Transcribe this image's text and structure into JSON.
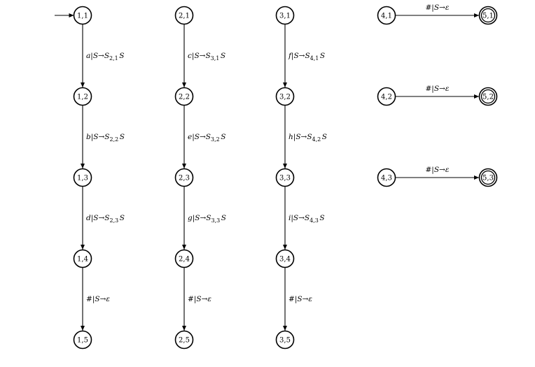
{
  "states": [
    {
      "id": "s11",
      "label": "1,1",
      "accepting": false,
      "initial": true
    },
    {
      "id": "s12",
      "label": "1,2",
      "accepting": false
    },
    {
      "id": "s13",
      "label": "1,3",
      "accepting": false
    },
    {
      "id": "s14",
      "label": "1,4",
      "accepting": false
    },
    {
      "id": "s15",
      "label": "1,5",
      "accepting": false
    },
    {
      "id": "s21",
      "label": "2,1",
      "accepting": false
    },
    {
      "id": "s22",
      "label": "2,2",
      "accepting": false
    },
    {
      "id": "s23",
      "label": "2,3",
      "accepting": false
    },
    {
      "id": "s24",
      "label": "2,4",
      "accepting": false
    },
    {
      "id": "s25",
      "label": "2,5",
      "accepting": false
    },
    {
      "id": "s31",
      "label": "3,1",
      "accepting": false
    },
    {
      "id": "s32",
      "label": "3,2",
      "accepting": false
    },
    {
      "id": "s33",
      "label": "3,3",
      "accepting": false
    },
    {
      "id": "s34",
      "label": "3,4",
      "accepting": false
    },
    {
      "id": "s35",
      "label": "3,5",
      "accepting": false
    },
    {
      "id": "s41",
      "label": "4,1",
      "accepting": false
    },
    {
      "id": "s42",
      "label": "4,2",
      "accepting": false
    },
    {
      "id": "s43",
      "label": "4,3",
      "accepting": false
    },
    {
      "id": "s51",
      "label": "5,1",
      "accepting": true
    },
    {
      "id": "s52",
      "label": "5,2",
      "accepting": true
    },
    {
      "id": "s53",
      "label": "5,3",
      "accepting": true
    }
  ],
  "transitions": [
    {
      "from": "s11",
      "to": "s12",
      "symbol": "a",
      "lhs": "S",
      "rhs": [
        "S",
        "2,1",
        "S"
      ]
    },
    {
      "from": "s12",
      "to": "s13",
      "symbol": "b",
      "lhs": "S",
      "rhs": [
        "S",
        "2,2",
        "S"
      ]
    },
    {
      "from": "s13",
      "to": "s14",
      "symbol": "d",
      "lhs": "S",
      "rhs": [
        "S",
        "2,3",
        "S"
      ]
    },
    {
      "from": "s14",
      "to": "s15",
      "symbol": "#",
      "lhs": "S",
      "rhs": [
        "ε"
      ]
    },
    {
      "from": "s21",
      "to": "s22",
      "symbol": "c",
      "lhs": "S",
      "rhs": [
        "S",
        "3,1",
        "S"
      ]
    },
    {
      "from": "s22",
      "to": "s23",
      "symbol": "e",
      "lhs": "S",
      "rhs": [
        "S",
        "3,2",
        "S"
      ]
    },
    {
      "from": "s23",
      "to": "s24",
      "symbol": "g",
      "lhs": "S",
      "rhs": [
        "S",
        "3,3",
        "S"
      ]
    },
    {
      "from": "s24",
      "to": "s25",
      "symbol": "#",
      "lhs": "S",
      "rhs": [
        "ε"
      ]
    },
    {
      "from": "s31",
      "to": "s32",
      "symbol": "f",
      "lhs": "S",
      "rhs": [
        "S",
        "4,1",
        "S"
      ]
    },
    {
      "from": "s32",
      "to": "s33",
      "symbol": "h",
      "lhs": "S",
      "rhs": [
        "S",
        "4,2",
        "S"
      ]
    },
    {
      "from": "s33",
      "to": "s34",
      "symbol": "i",
      "lhs": "S",
      "rhs": [
        "S",
        "4,3",
        "S"
      ]
    },
    {
      "from": "s34",
      "to": "s35",
      "symbol": "#",
      "lhs": "S",
      "rhs": [
        "ε"
      ]
    },
    {
      "from": "s41",
      "to": "s51",
      "symbol": "#",
      "lhs": "S",
      "rhs": [
        "ε"
      ]
    },
    {
      "from": "s42",
      "to": "s52",
      "symbol": "#",
      "lhs": "S",
      "rhs": [
        "ε"
      ]
    },
    {
      "from": "s43",
      "to": "s53",
      "symbol": "#",
      "lhs": "S",
      "rhs": [
        "ε"
      ]
    }
  ]
}
